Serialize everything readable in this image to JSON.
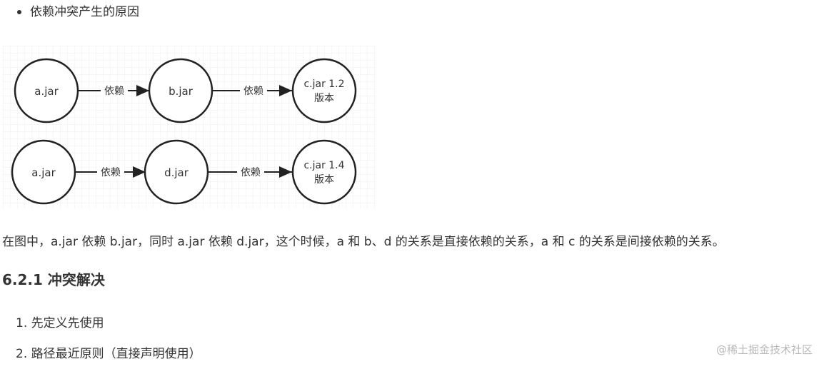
{
  "bullet": {
    "text": "依赖冲突产生的原因"
  },
  "diagram": {
    "row1": {
      "nodes": [
        "a.jar",
        "b.jar",
        "c.jar 1.2",
        "版本"
      ],
      "edge_labels": [
        "依赖",
        "依赖"
      ]
    },
    "row2": {
      "nodes": [
        "a.jar",
        "d.jar",
        "c.jar 1.4",
        "版本"
      ],
      "edge_labels": [
        "依赖",
        "依赖"
      ]
    }
  },
  "paragraph": {
    "text": "在图中，a.jar 依赖 b.jar，同时 a.jar 依赖 d.jar，这个时候，a 和 b、d 的关系是直接依赖的关系，a 和 c 的关系是间接依赖的关系。"
  },
  "heading": {
    "text": "6.2.1 冲突解决"
  },
  "list": {
    "items": [
      "1. 先定义先使用",
      "2. 路径最近原则（直接声明使用）"
    ]
  },
  "watermark": {
    "text": "@稀土掘金技术社区"
  }
}
